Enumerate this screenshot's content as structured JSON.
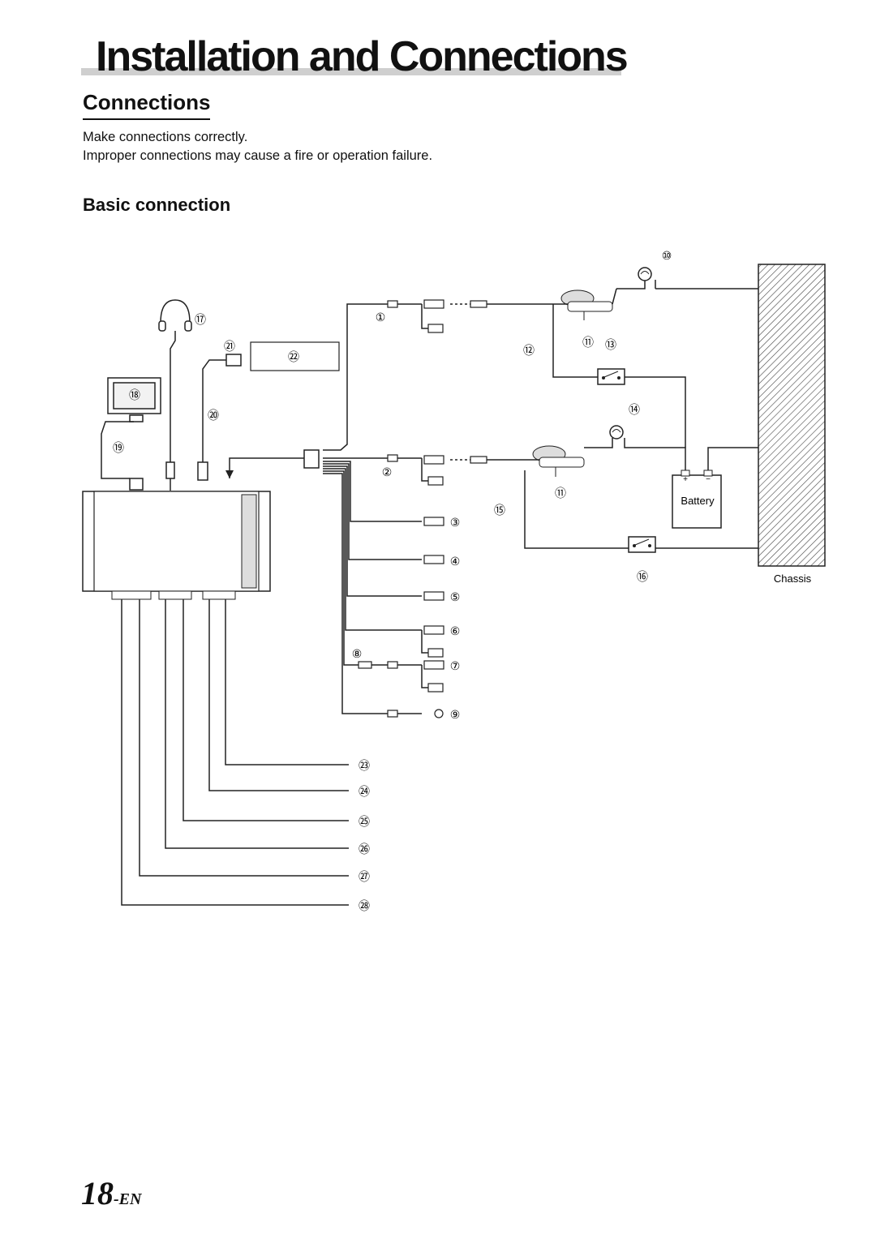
{
  "header": {
    "title": "Installation and Connections",
    "section": "Connections",
    "intro_lines": [
      "Make connections correctly.",
      "Improper connections may cause a fire or operation failure."
    ],
    "subsection": "Basic connection"
  },
  "diagram": {
    "battery_label": "Battery",
    "chassis_label": "Chassis",
    "battery_plus": "+",
    "battery_minus": "−",
    "callouts": [
      "①",
      "②",
      "③",
      "④",
      "⑤",
      "⑥",
      "⑦",
      "⑧",
      "⑨",
      "⑩",
      "⑪",
      "⑪",
      "⑫",
      "⑬",
      "⑭",
      "⑮",
      "⑯",
      "⑰",
      "⑱",
      "⑲",
      "⑳",
      "㉑",
      "㉒",
      "㉓",
      "㉔",
      "㉕",
      "㉖",
      "㉗",
      "㉘"
    ]
  },
  "footer": {
    "page_number": "18",
    "page_suffix": "-EN"
  }
}
